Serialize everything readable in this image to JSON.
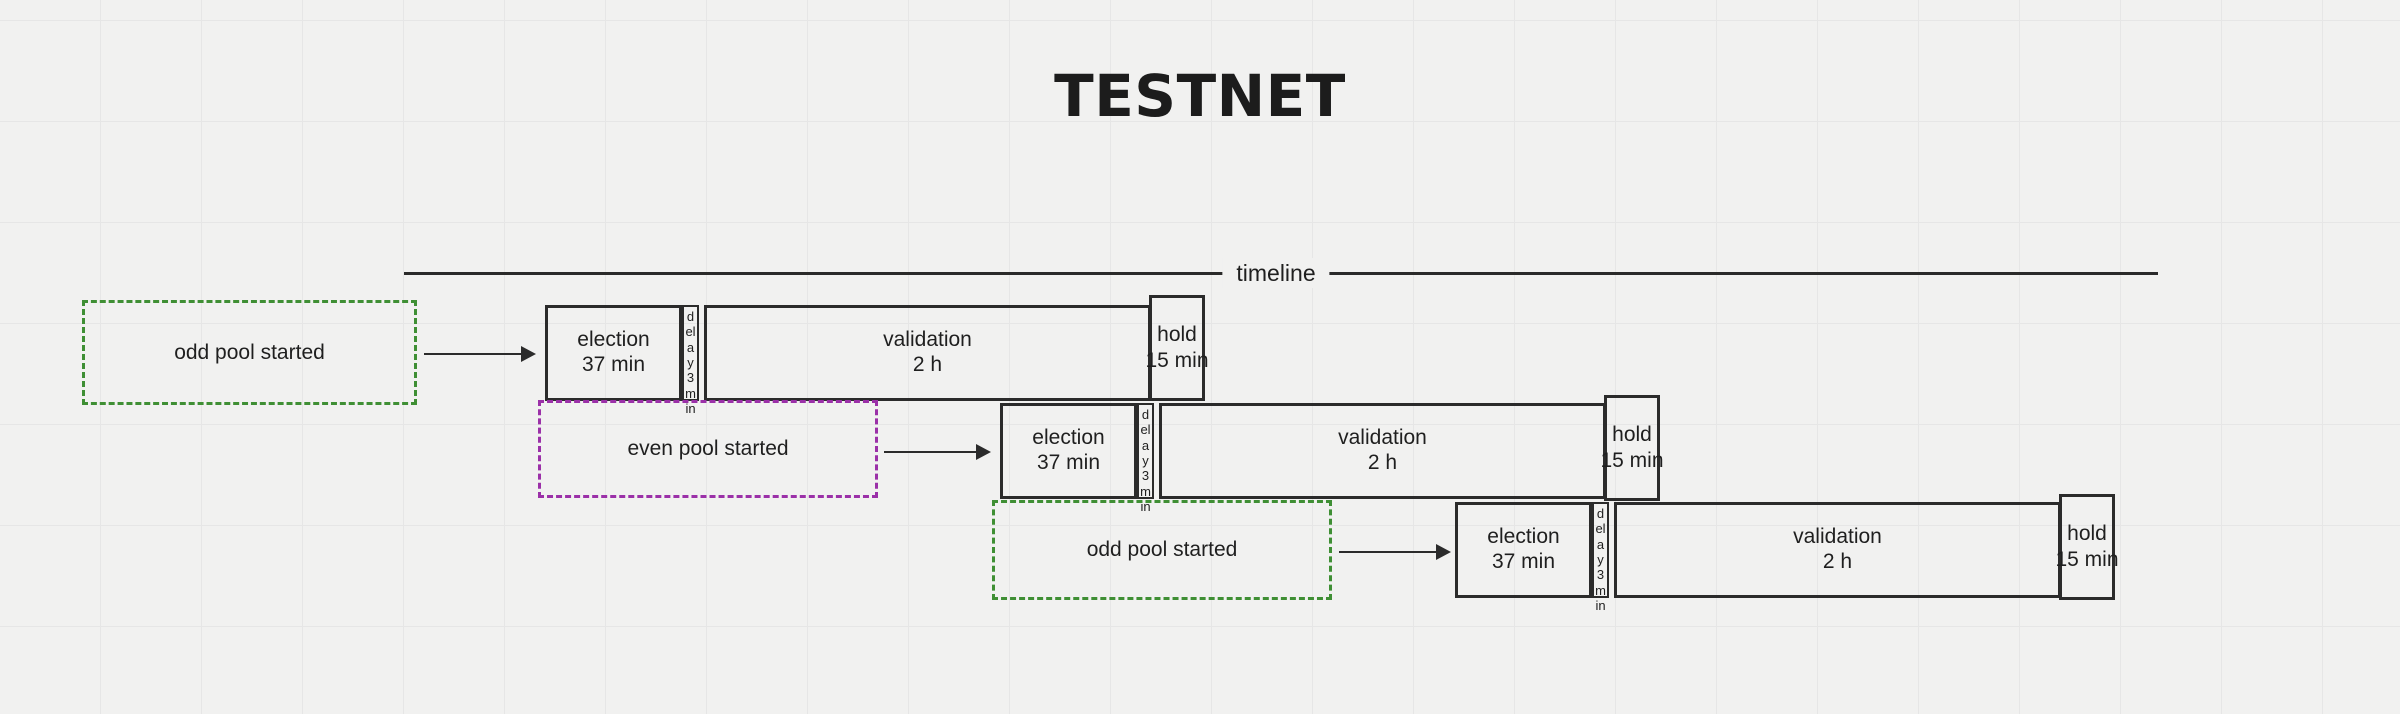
{
  "title": "TESTNET",
  "axis": {
    "label": "timeline"
  },
  "colors": {
    "background": "#f1f1f0",
    "grid": "#e6e6e6",
    "box_border": "#2b2b2b",
    "text": "#1f1f1f",
    "odd_pool_accent": "#3f8f34",
    "even_pool_accent": "#9b30a8",
    "arrow": "#2b2b2b"
  },
  "events": [
    {
      "id": "odd-pool-started-1",
      "label": "odd pool started",
      "accent": "green"
    },
    {
      "id": "even-pool-started-1",
      "label": "even pool started",
      "accent": "purple"
    },
    {
      "id": "odd-pool-started-2",
      "label": "odd pool started",
      "accent": "green"
    }
  ],
  "rows": [
    {
      "id": "row-1",
      "phases": [
        {
          "id": "election-1",
          "name": "election",
          "duration": "37 min"
        },
        {
          "id": "delay-1",
          "name": "delay",
          "duration": "3 min"
        },
        {
          "id": "validation-1",
          "name": "validation",
          "duration": "2 h"
        },
        {
          "id": "hold-1",
          "name": "hold",
          "duration": "15 min"
        }
      ]
    },
    {
      "id": "row-2",
      "phases": [
        {
          "id": "election-2",
          "name": "election",
          "duration": "37 min"
        },
        {
          "id": "delay-2",
          "name": "delay",
          "duration": "3 min"
        },
        {
          "id": "validation-2",
          "name": "validation",
          "duration": "2 h"
        },
        {
          "id": "hold-2",
          "name": "hold",
          "duration": "15 min"
        }
      ]
    },
    {
      "id": "row-3",
      "phases": [
        {
          "id": "election-3",
          "name": "election",
          "duration": "37 min"
        },
        {
          "id": "delay-3",
          "name": "delay",
          "duration": "3 min"
        },
        {
          "id": "validation-3",
          "name": "validation",
          "duration": "2 h"
        },
        {
          "id": "hold-3",
          "name": "hold",
          "duration": "15 min"
        }
      ]
    }
  ],
  "delay_text": "delay 3 min"
}
